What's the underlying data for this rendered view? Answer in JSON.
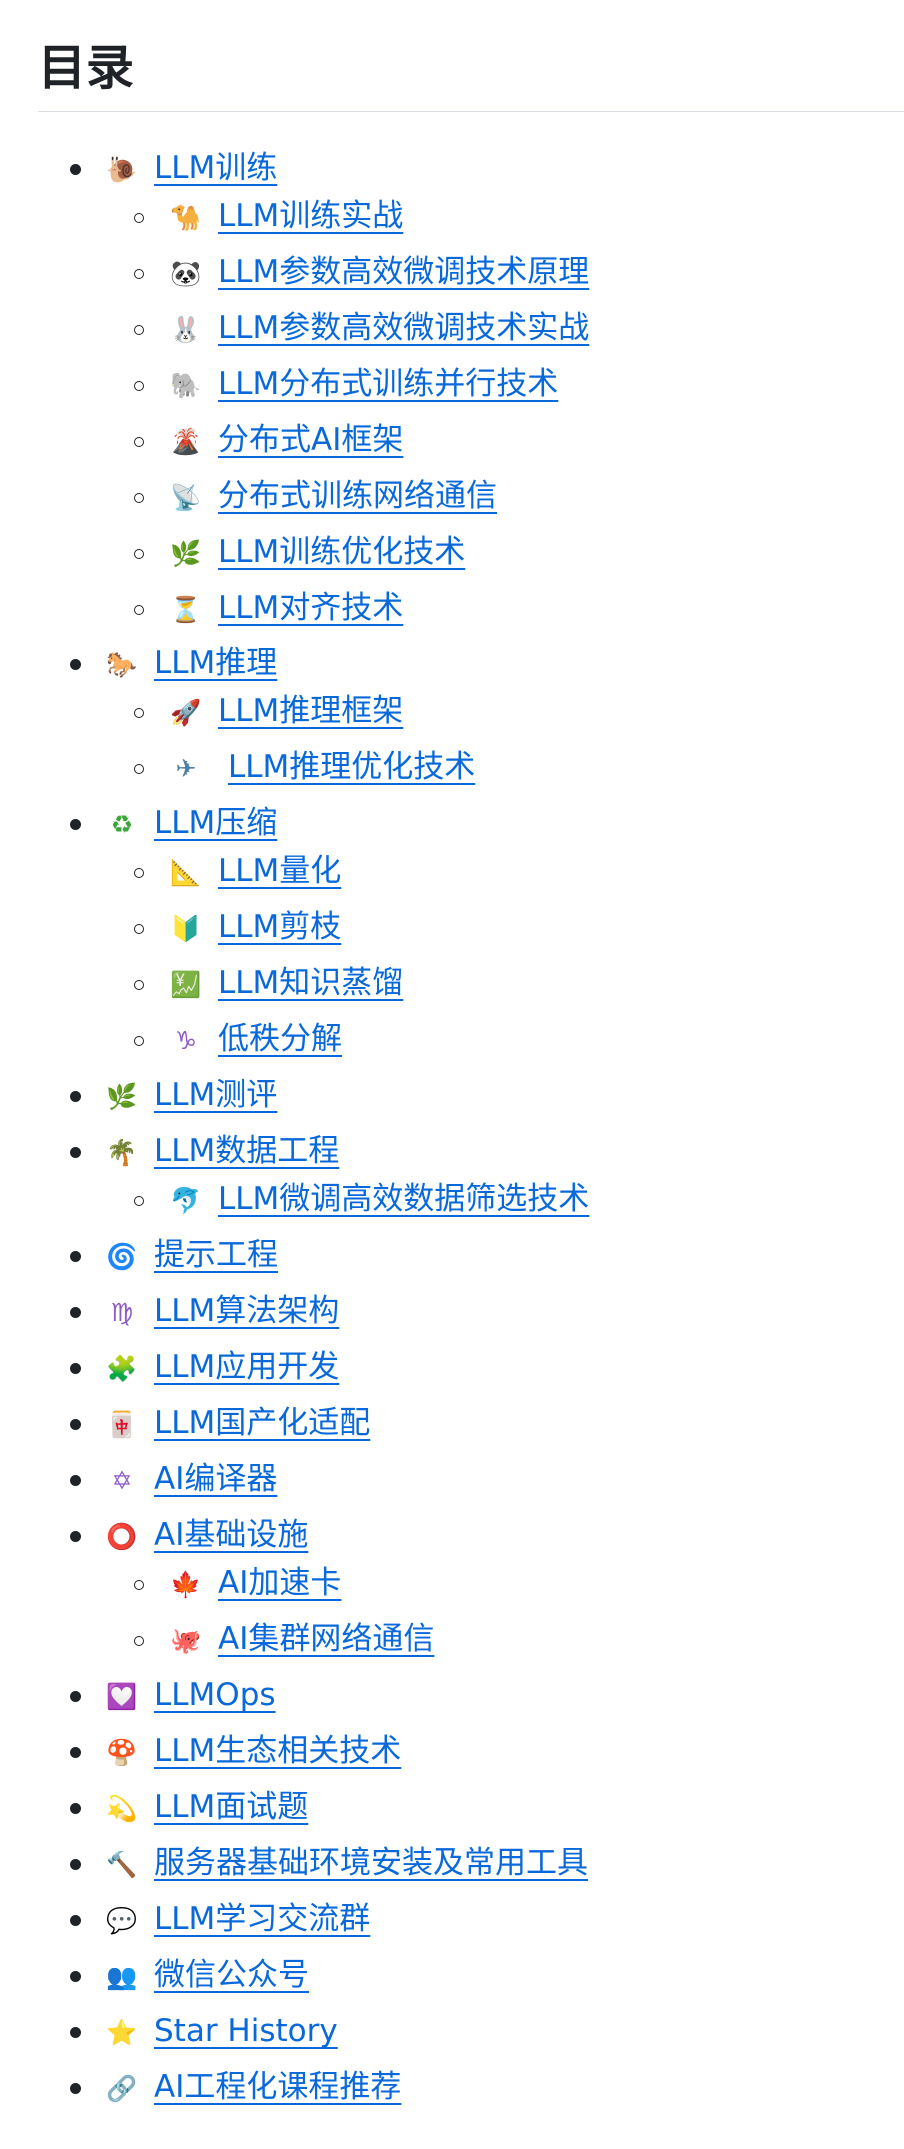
{
  "title": "目录",
  "items": [
    {
      "level": 1,
      "icon": "snail-icon",
      "glyph": "🐌",
      "color": "#b5651d",
      "label": "LLM训练"
    },
    {
      "level": 2,
      "icon": "camel-icon",
      "glyph": "🐪",
      "color": "#c68642",
      "label": "LLM训练实战"
    },
    {
      "level": 2,
      "icon": "panda-icon",
      "glyph": "🐼",
      "color": "#333333",
      "label": "LLM参数高效微调技术原理"
    },
    {
      "level": 2,
      "icon": "rabbit-icon",
      "glyph": "🐰",
      "color": "#b9a8b9",
      "label": "LLM参数高效微调技术实战"
    },
    {
      "level": 2,
      "icon": "elephant-icon",
      "glyph": "🐘",
      "color": "#7a8a99",
      "label": "LLM分布式训练并行技术"
    },
    {
      "level": 2,
      "icon": "volcano-icon",
      "glyph": "🌋",
      "color": "#8b2c1b",
      "label": "分布式AI框架"
    },
    {
      "level": 2,
      "icon": "satellite-antenna-icon",
      "glyph": "📡",
      "color": "#8a9aa5",
      "label": "分布式训练网络通信"
    },
    {
      "level": 2,
      "icon": "herb-icon",
      "glyph": "🌿",
      "color": "#6aaa3a",
      "label": "LLM训练优化技术"
    },
    {
      "level": 2,
      "icon": "hourglass-icon",
      "glyph": "⏳",
      "color": "#d9a441",
      "label": "LLM对齐技术"
    },
    {
      "level": 1,
      "icon": "horse-icon",
      "glyph": "🐎",
      "color": "#6b3e26",
      "label": "LLM推理"
    },
    {
      "level": 2,
      "icon": "rocket-icon",
      "glyph": "🚀",
      "color": "#d8362a",
      "label": "LLM推理框架"
    },
    {
      "level": 2,
      "icon": "airplane-icon",
      "glyph": "✈",
      "color": "#4f7fa8",
      "label": "LLM推理优化技术"
    },
    {
      "level": 1,
      "icon": "recycle-icon",
      "glyph": "♻",
      "color": "#3aa63a",
      "label": "LLM压缩"
    },
    {
      "level": 2,
      "icon": "triangular-ruler-icon",
      "glyph": "📐",
      "color": "#8c9aa5",
      "label": "LLM量化"
    },
    {
      "level": 2,
      "icon": "beginner-icon",
      "glyph": "🔰",
      "color": "#4caf50",
      "label": "LLM剪枝"
    },
    {
      "level": 2,
      "icon": "chart-yen-icon",
      "glyph": "💹",
      "color": "#3aa63a",
      "label": "LLM知识蒸馏"
    },
    {
      "level": 2,
      "icon": "capricorn-icon",
      "glyph": "♑",
      "color": "#8e5bc4",
      "label": "低秩分解"
    },
    {
      "level": 1,
      "icon": "herb-icon",
      "glyph": "🌿",
      "color": "#6aaa3a",
      "label": "LLM测评"
    },
    {
      "level": 1,
      "icon": "palm-tree-icon",
      "glyph": "🌴",
      "color": "#3a8a3a",
      "label": "LLM数据工程"
    },
    {
      "level": 2,
      "icon": "dolphin-icon",
      "glyph": "🐬",
      "color": "#2a8bd8",
      "label": "LLM微调高效数据筛选技术"
    },
    {
      "level": 1,
      "icon": "cyclone-icon",
      "glyph": "🌀",
      "color": "#1e6fd0",
      "label": "提示工程"
    },
    {
      "level": 1,
      "icon": "virgo-icon",
      "glyph": "♍",
      "color": "#8e5bc4",
      "label": "LLM算法架构"
    },
    {
      "level": 1,
      "icon": "puzzle-icon",
      "glyph": "🧩",
      "color": "#7bc04a",
      "label": "LLM应用开发"
    },
    {
      "level": 1,
      "icon": "mahjong-icon",
      "glyph": "🀄",
      "color": "#c0304a",
      "label": "LLM国产化适配"
    },
    {
      "level": 1,
      "icon": "star-of-david-icon",
      "glyph": "✡",
      "color": "#8e5bc4",
      "label": "AI编译器"
    },
    {
      "level": 1,
      "icon": "circle-icon",
      "glyph": "⭕",
      "color": "#2a1f3a",
      "label": "AI基础设施"
    },
    {
      "level": 2,
      "icon": "maple-leaf-icon",
      "glyph": "🍁",
      "color": "#d8262a",
      "label": "AI加速卡"
    },
    {
      "level": 2,
      "icon": "octocat-icon",
      "glyph": "🐙",
      "color": "#1f2328",
      "label": "AI集群网络通信"
    },
    {
      "level": 1,
      "icon": "heart-icon",
      "glyph": "💟",
      "color": "#8e5bc4",
      "label": "LLMOps"
    },
    {
      "level": 1,
      "icon": "mushroom-icon",
      "glyph": "🍄",
      "color": "#d8362a",
      "label": "LLM生态相关技术"
    },
    {
      "level": 1,
      "icon": "dizzy-icon",
      "glyph": "💫",
      "color": "#f0b030",
      "label": "LLM面试题"
    },
    {
      "level": 1,
      "icon": "hammer-icon",
      "glyph": "🔨",
      "color": "#7a5a3a",
      "label": "服务器基础环境安装及常用工具"
    },
    {
      "level": 1,
      "icon": "speech-balloon-icon",
      "glyph": "💬",
      "color": "#b8c0c8",
      "label": "LLM学习交流群"
    },
    {
      "level": 1,
      "icon": "busts-icon",
      "glyph": "👥",
      "color": "#3a2f5a",
      "label": "微信公众号"
    },
    {
      "level": 1,
      "icon": "star-icon",
      "glyph": "⭐",
      "color": "#f5b52a",
      "label": "Star History"
    },
    {
      "level": 1,
      "icon": "link-icon",
      "glyph": "🔗",
      "color": "#8a96a2",
      "label": "AI工程化课程推荐"
    }
  ]
}
